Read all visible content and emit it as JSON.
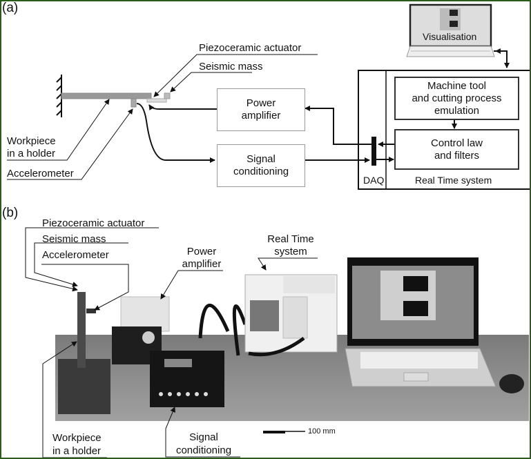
{
  "panel_a": {
    "letter": "(a)",
    "labels": {
      "piezo": "Piezoceramic actuator",
      "seismic": "Seismic mass",
      "workpiece": "Workpiece\nin a holder",
      "accelerometer": "Accelerometer"
    },
    "blocks": {
      "power_amplifier": "Power\namplifier",
      "signal_conditioning": "Signal\nconditioning",
      "machine_tool": "Machine tool\nand cutting process\nemulation",
      "control_law": "Control law\nand filters",
      "daq": "DAQ",
      "real_time": "Real Time system",
      "visualisation": "Visualisation"
    }
  },
  "panel_b": {
    "letter": "(b)",
    "labels": {
      "piezo": "Piezoceramic actuator",
      "seismic": "Seismic mass",
      "accelerometer": "Accelerometer",
      "power_amplifier": "Power\namplifier",
      "real_time": "Real Time\nsystem",
      "workpiece": "Workpiece\nin a holder",
      "signal_conditioning": "Signal\nconditioning",
      "scale_bar": "100 mm"
    }
  },
  "colors": {
    "frame": "#2a5c1a",
    "beam": "#999999",
    "line": "#111111"
  }
}
